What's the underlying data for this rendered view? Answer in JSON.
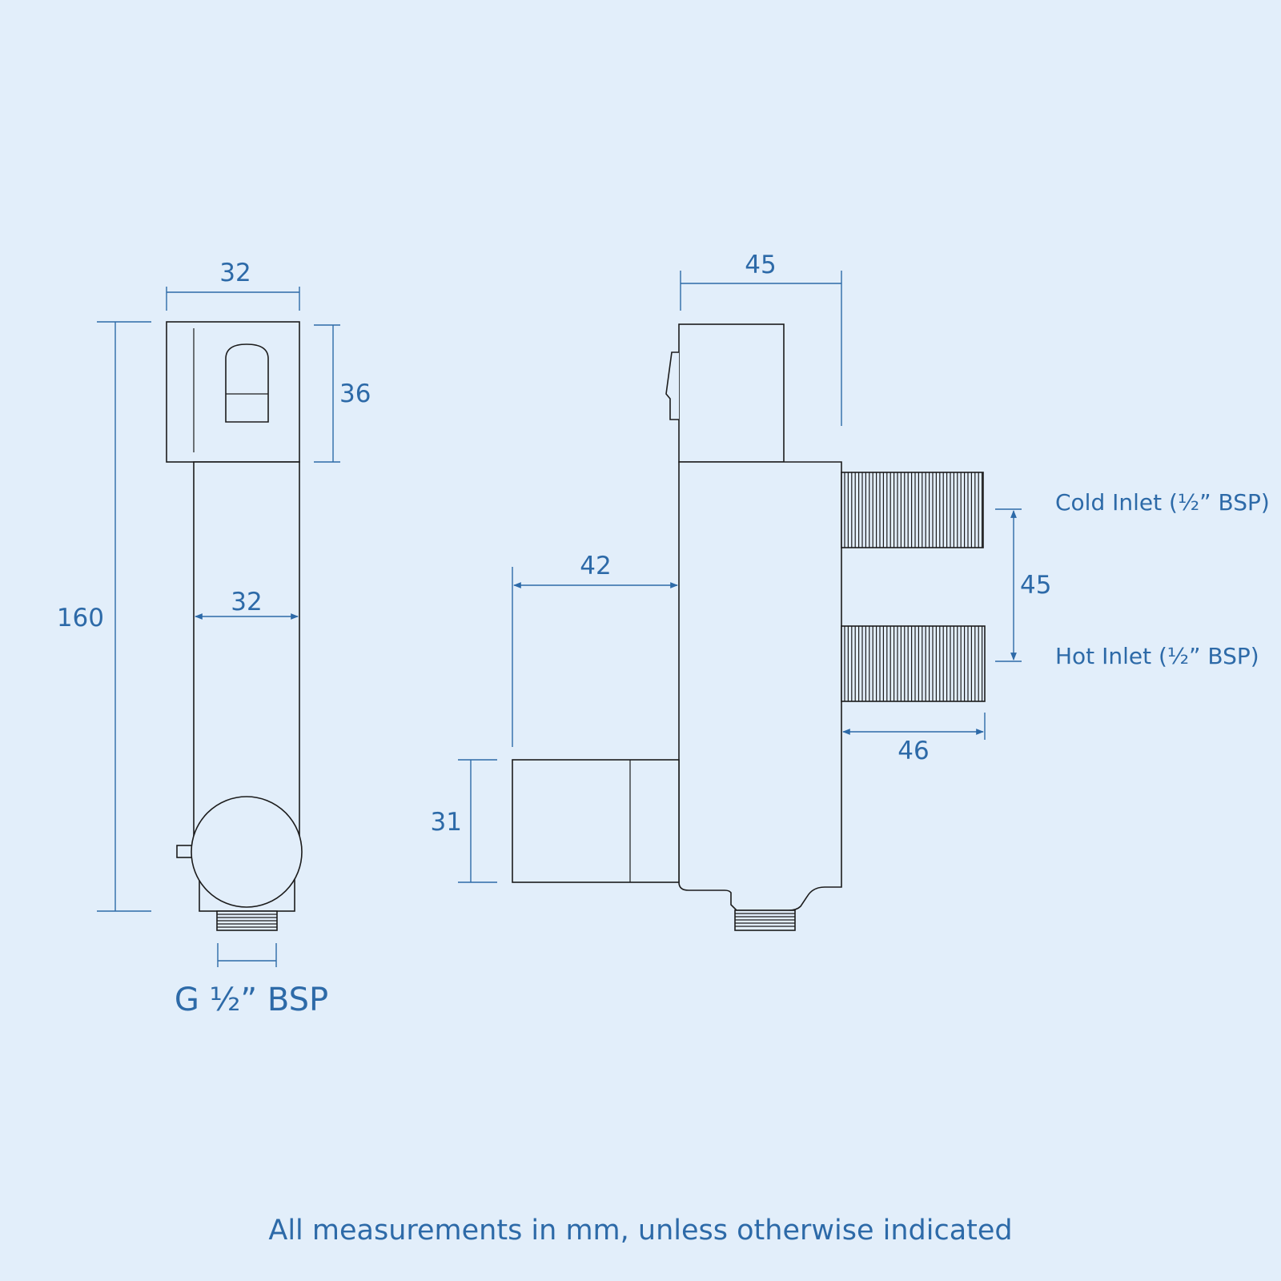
{
  "front_view": {
    "width_top": "32",
    "head_height": "36",
    "overall_height": "160",
    "body_width": "32",
    "connection": "G ½” BSP"
  },
  "side_view": {
    "depth_top": "45",
    "projection": "42",
    "handle_height": "31",
    "inlet_spacing": "45",
    "inlet_length": "46",
    "cold_inlet": "Cold Inlet (½” BSP)",
    "hot_inlet": "Hot Inlet (½” BSP)"
  },
  "footer": "All measurements in mm, unless otherwise indicated",
  "colors": {
    "background": "#e2eefa",
    "dimension": "#2d6aa8",
    "outline": "#1c1c1c"
  }
}
